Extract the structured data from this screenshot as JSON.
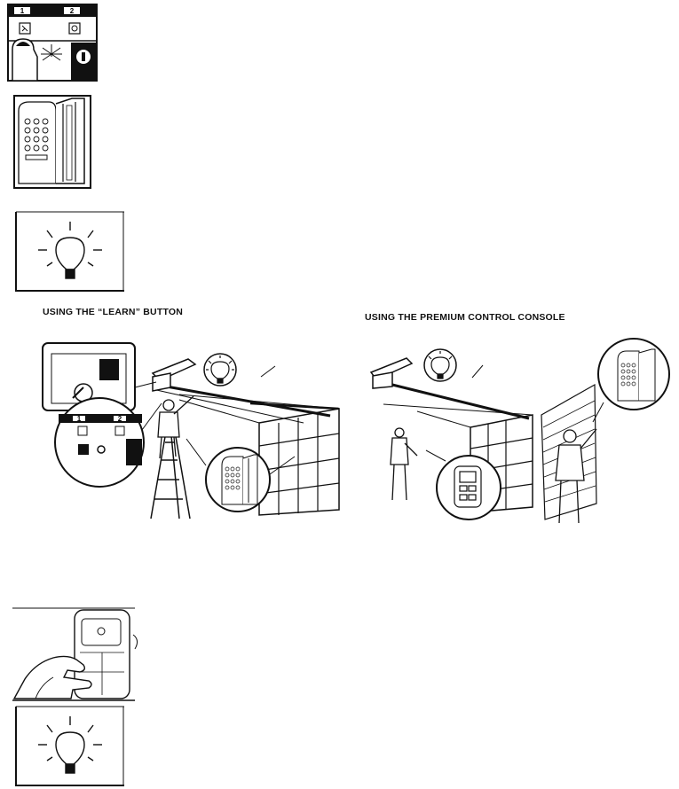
{
  "headings": {
    "learn_button": "USING THE “LEARN” BUTTON",
    "premium_console": "USING THE PREMIUM CONTROL CONSOLE"
  },
  "panel_labels": {
    "step_1": "1",
    "step_2": "2"
  },
  "figures": [
    {
      "name": "learn-button-press-figure"
    },
    {
      "name": "keypad-figure"
    },
    {
      "name": "light-flash-figure"
    },
    {
      "name": "learn-button-garage-scene"
    },
    {
      "name": "premium-console-garage-scene"
    },
    {
      "name": "hand-remote-figure"
    },
    {
      "name": "light-flash-figure-bottom"
    }
  ],
  "icons": [
    "light-bulb-icon",
    "keypad-icon",
    "remote-control-icon",
    "ladder-icon",
    "person-icon",
    "garage-door-icon",
    "opener-motor-icon"
  ]
}
